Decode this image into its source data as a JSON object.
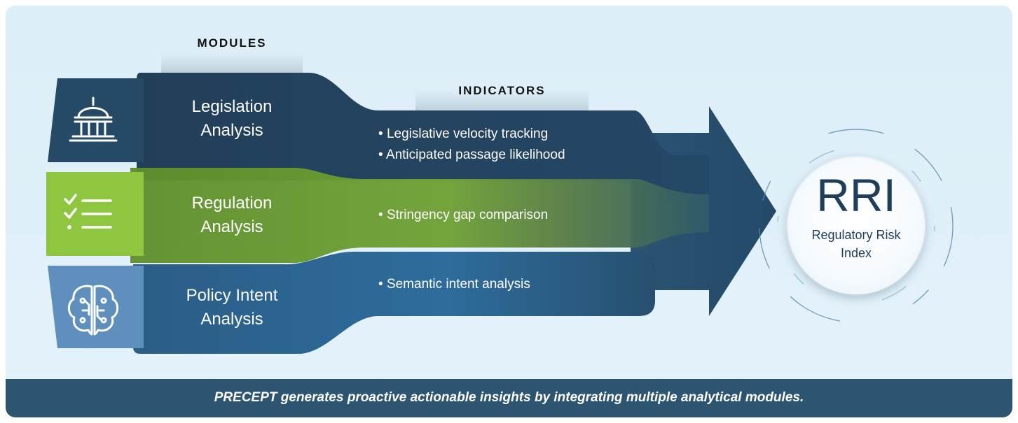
{
  "headings": {
    "modules": "MODULES",
    "indicators": "INDICATORS"
  },
  "modules": [
    {
      "label_line1": "Legislation",
      "label_line2": "Analysis",
      "icon": "capitol-building-icon",
      "color": "#1f3e5a",
      "indicators": [
        "Legislative velocity tracking",
        "Anticipated passage likelihood"
      ]
    },
    {
      "label_line1": "Regulation",
      "label_line2": "Analysis",
      "icon": "checklist-icon",
      "color": "#6d9e35",
      "indicators": [
        "Stringency gap comparison"
      ]
    },
    {
      "label_line1": "Policy Intent",
      "label_line2": "Analysis",
      "icon": "brain-circuit-icon",
      "color": "#2e6590",
      "indicators": [
        "Semantic intent analysis"
      ]
    }
  ],
  "output": {
    "abbr": "RRI",
    "name": "Regulatory Risk Index"
  },
  "footer": {
    "text": "PRECEPT generates proactive actionable insights by integrating multiple analytical modules."
  },
  "colors": {
    "arrow": "#2a4f6d",
    "icon_tab_top": "#264a66",
    "icon_tab_mid": "#8ec63f",
    "icon_tab_bottom": "#5f8fbd",
    "footer": "#2d5470"
  }
}
